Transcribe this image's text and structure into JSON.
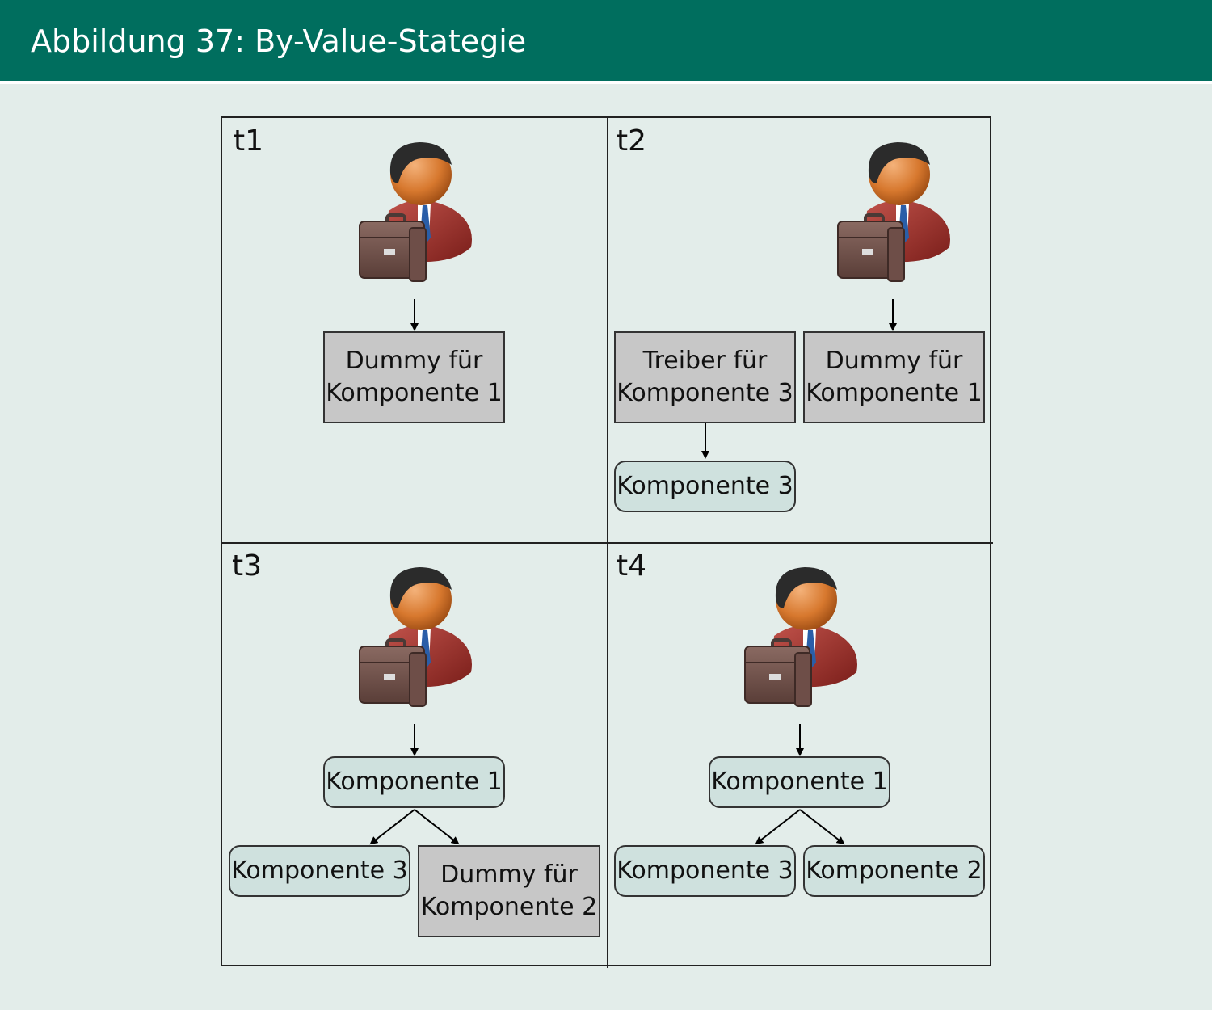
{
  "header": {
    "title": "Abbildung 37: By-Value-Stategie"
  },
  "colors": {
    "header_bg": "#006e5e",
    "page_bg": "#e3edea",
    "dummy_fill": "#c7c7c7",
    "component_fill": "#cfe1de"
  },
  "quadrants": {
    "t1": {
      "label": "t1",
      "person_icon": "business-person-icon",
      "boxes": {
        "dummy1": "Dummy für\nKomponente 1"
      }
    },
    "t2": {
      "label": "t2",
      "person_icon": "business-person-icon",
      "boxes": {
        "driver3": "Treiber für\nKomponente 3",
        "dummy1": "Dummy für\nKomponente 1",
        "comp3": "Komponente 3"
      }
    },
    "t3": {
      "label": "t3",
      "person_icon": "business-person-icon",
      "boxes": {
        "comp1": "Komponente 1",
        "comp3": "Komponente 3",
        "dummy2": "Dummy für\nKomponente 2"
      }
    },
    "t4": {
      "label": "t4",
      "person_icon": "business-person-icon",
      "boxes": {
        "comp1": "Komponente 1",
        "comp3": "Komponente 3",
        "comp2": "Komponente 2"
      }
    }
  }
}
